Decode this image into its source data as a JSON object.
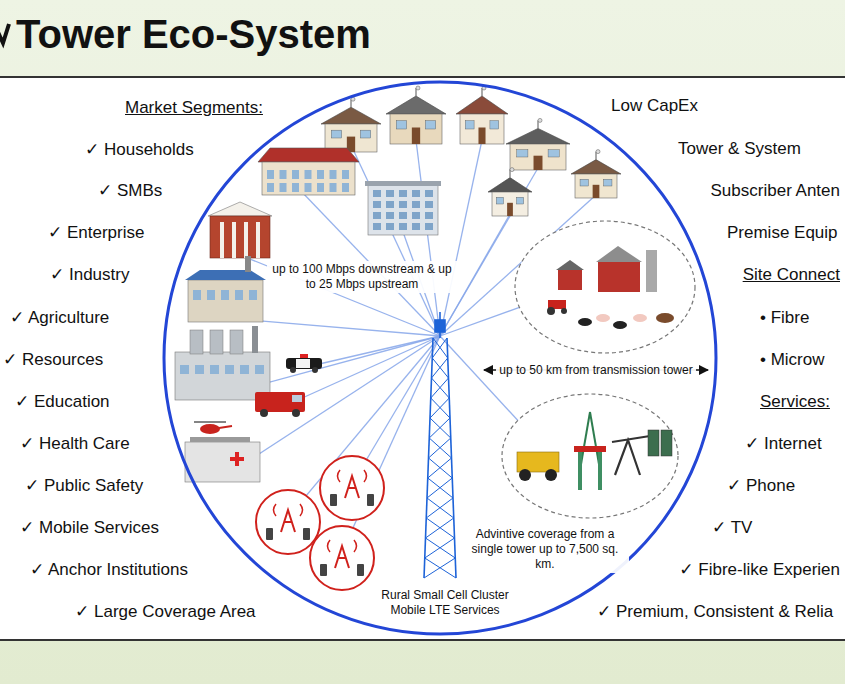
{
  "diagram": {
    "title": "Tower Eco-System",
    "nodes": [
      {
        "text": [
          "up to 100 Mbps downstream & up to 25 Mbps upstream",
          "up to 50 km from transmission tower",
          "Advintive coverage from a single tower up to 7,500 sq. km.",
          "Rural Small Cell Cluster Mobile LTE Services"
        ]
      }
    ],
    "labels": [
      "Market Segments:",
      "✓ Households",
      "✓ SMBs",
      "✓ Enterprise",
      "✓ Industry",
      "✓ Agriculture",
      "✓ Resources",
      "✓ Education",
      "✓ Health Care",
      "✓ Public Safety",
      "✓ Mobile Services",
      "✓ Anchor Institutions",
      "✓ Large Coverage Area",
      "Low CapEx",
      "Tower & System",
      "Subscriber Anten",
      "Premise Equip",
      "Site Connect",
      "• Fibre",
      "• Microw",
      "Services:",
      "✓ Internet",
      "✓ Phone",
      "✓ TV",
      "✓ Fibre-like Experien",
      "✓ Premium, Consistent & Relia"
    ]
  }
}
